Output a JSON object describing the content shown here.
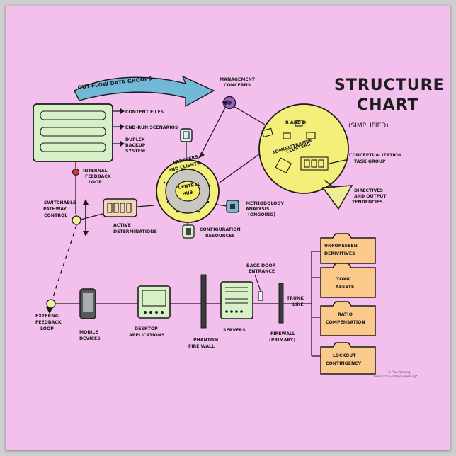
{
  "title": {
    "line1": "STRUCTURE",
    "line2": "CHART",
    "subtitle": "(SIMPLIFIED)"
  },
  "credit": {
    "line1": "© Paul Wessing",
    "line2": "www.zazzle.com/paulmessing*"
  },
  "labels": {
    "outflow": "OUT-FLOW DATA GROUPS",
    "management": [
      "MANAGEMENT",
      "CONCERNS"
    ],
    "content_files": "CONTENT FILES",
    "end_run": "END-RUN SCENARIOS",
    "duplex": [
      "DUPLEX",
      "BACKUP",
      "SYSTEM"
    ],
    "r_and_d": "R AND D",
    "admin": [
      "ADMINISTRATIVE",
      "CLUSTERS"
    ],
    "internal_feedback": [
      "INTERNAL",
      "FEEDBACK",
      "LOOP"
    ],
    "partners": [
      "PARTNERS",
      "AND CLIENTS"
    ],
    "central_hub": [
      "CENTRAL",
      "HUB"
    ],
    "conceptualization": [
      "CONCEPTUALIZATION",
      "TASK GROUP"
    ],
    "switchable": [
      "SWITCHABLE",
      "PATHWAY",
      "CONTROL"
    ],
    "active": [
      "ACTIVE",
      "DETERMINATIONS"
    ],
    "methodology": [
      "METHODOLOGY",
      "ANALYSIS",
      "(ONGOING)"
    ],
    "directives": [
      "DIRECTIVES",
      "AND OUTPUT",
      "TENDENCIES"
    ],
    "configuration": [
      "CONFIGURATION",
      "RESOURCES"
    ],
    "back_door": [
      "BACK DOOR",
      "ENTRANCE"
    ],
    "trunk": [
      "TRUNK",
      "LINE"
    ],
    "external_feedback": [
      "EXTERNAL",
      "FEEDBACK",
      "LOOP"
    ],
    "mobile": [
      "MOBILE",
      "DEVICES"
    ],
    "desktop": [
      "DESKTOP",
      "APPLICATIONS"
    ],
    "phantom": [
      "PHANTOM",
      "FIRE WALL"
    ],
    "servers": "SERVERS",
    "firewall": [
      "FIREWALL",
      "(PRIMARY)"
    ],
    "folders": [
      [
        "UNFORESEEN",
        "DERIVITIVES"
      ],
      [
        "TOXIC",
        "ASSETS"
      ],
      [
        "RATIO",
        "COMPENSATION"
      ],
      [
        "LOCKOUT",
        "CONTINGENCY"
      ]
    ]
  },
  "colors": {
    "poster": "#f3c0ee",
    "hub_yellow": "#f4ef7a",
    "hub_gray": "#c8c8c0",
    "server_green": "#d8f0c8",
    "folder_orange": "#fbc98a",
    "arrow_blue": "#72b9d8",
    "arrow_yellow": "#f1ec9a",
    "purple_node": "#9a62c7",
    "red_dot": "#e0343a"
  }
}
